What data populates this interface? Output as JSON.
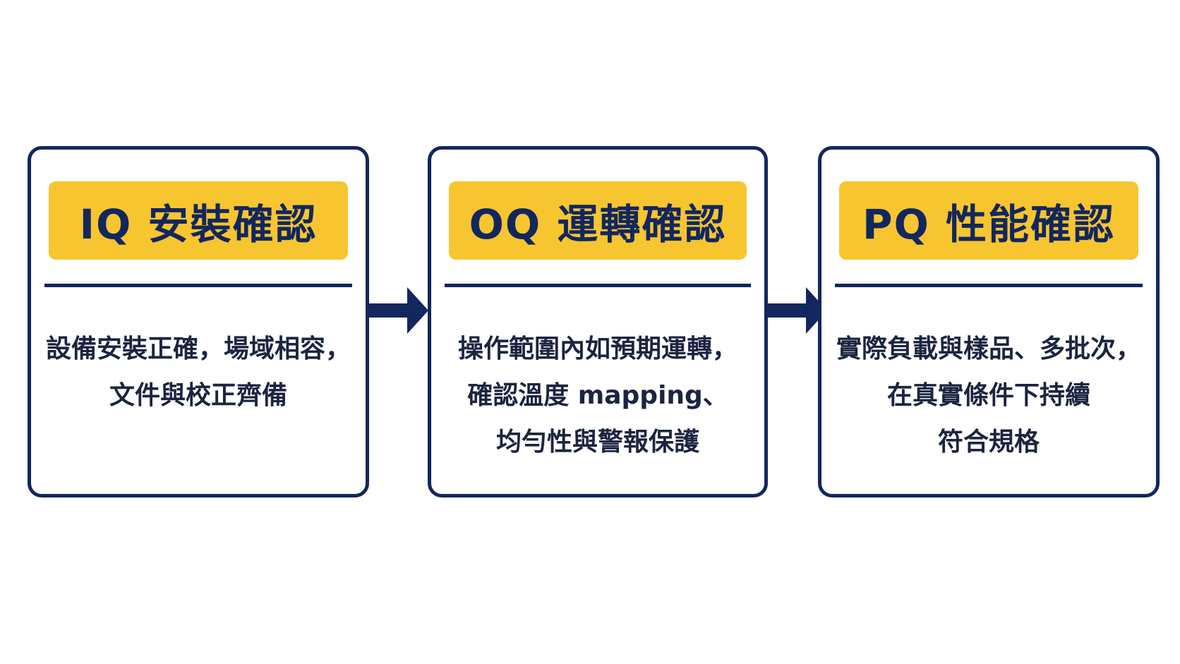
{
  "colors": {
    "navy": "#12275e",
    "accent_yellow": "#f7c530",
    "text": "#1b2440",
    "background": "#ffffff"
  },
  "steps": [
    {
      "title": "IQ 安裝確認",
      "lines": [
        "設備安裝正確，場域相容，",
        "文件與校正齊備"
      ]
    },
    {
      "title": "OQ 運轉確認",
      "lines": [
        "操作範圍內如預期運轉，",
        "確認溫度 mapping、",
        "均勻性與警報保護"
      ]
    },
    {
      "title": "PQ 性能確認",
      "lines": [
        "實際負載與樣品、多批次，",
        "在真實條件下持續",
        "符合規格"
      ]
    }
  ],
  "connectors": [
    "arrow-right-icon",
    "arrow-right-icon"
  ]
}
